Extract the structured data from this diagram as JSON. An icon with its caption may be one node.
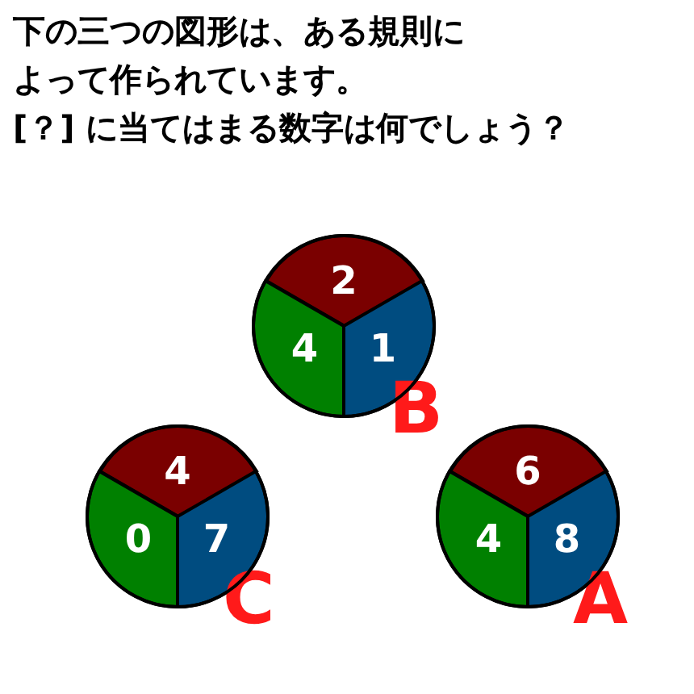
{
  "diagram": {
    "title": "下の三つの図形は、ある規則によって作られています。",
    "nodes": [
      {
        "text": [],
        "shape": "circle",
        "beside": [
          "B"
        ]
      },
      {
        "text": [
          "2"
        ],
        "in": 0
      },
      {
        "text": [
          "4"
        ],
        "in": 0
      },
      {
        "text": [
          "1"
        ],
        "in": 0
      },
      {
        "text": [],
        "shape": "circle",
        "beside": [
          "C"
        ]
      },
      {
        "text": [
          "4"
        ],
        "in": 4
      },
      {
        "text": [
          "0"
        ],
        "in": 4
      },
      {
        "text": [
          "7"
        ],
        "in": 4
      },
      {
        "text": [],
        "shape": "circle",
        "beside": [
          "A"
        ]
      },
      {
        "text": [
          "6"
        ],
        "in": 8
      },
      {
        "text": [
          "4"
        ],
        "in": 8
      },
      {
        "text": [
          "8"
        ],
        "in": 8
      }
    ],
    "edges": [],
    "labels": [
      "[？] に当てはまる数字は何でしょう？"
    ]
  }
}
